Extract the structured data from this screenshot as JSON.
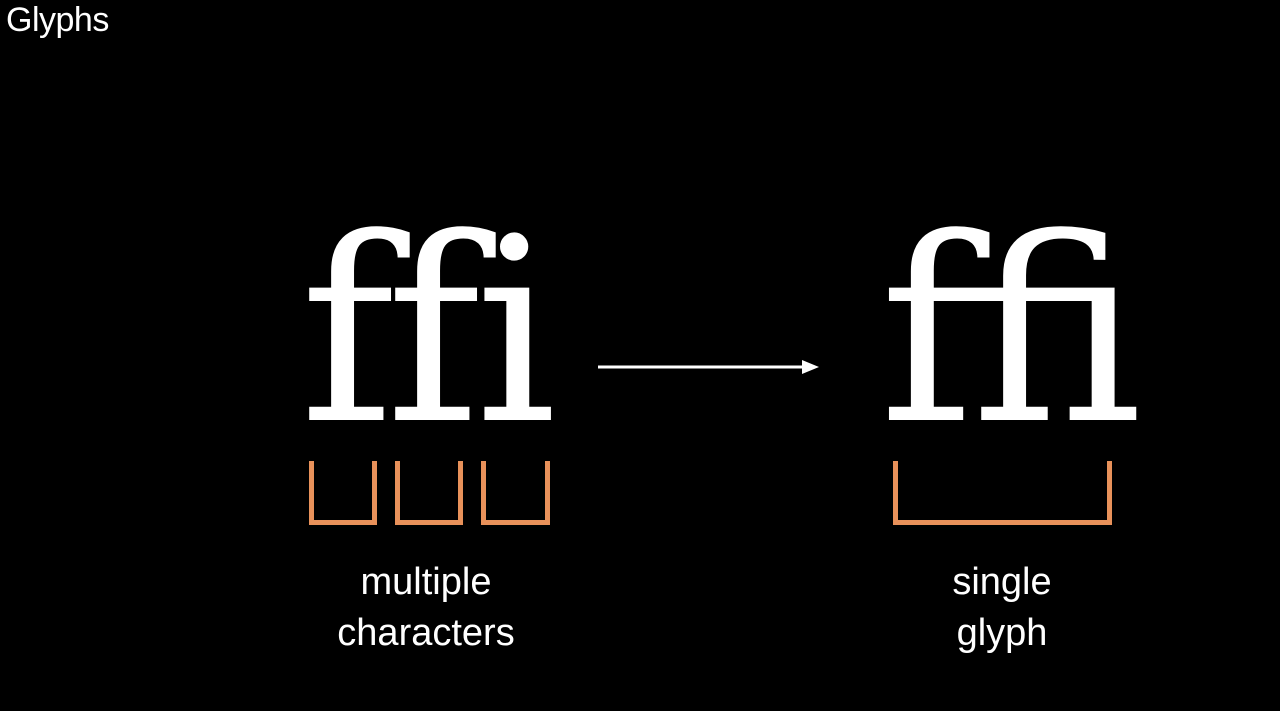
{
  "slide": {
    "title": "Glyphs"
  },
  "left": {
    "letters": [
      "f",
      "f",
      "i"
    ],
    "caption_line1": "multiple",
    "caption_line2": "characters"
  },
  "right": {
    "ligature": "ﬃ",
    "caption_line1": "single",
    "caption_line2": "glyph"
  },
  "colors": {
    "background": "#000000",
    "text": "#ffffff",
    "bracket": "#e8915a"
  },
  "icons": {
    "arrow": "arrow-right-icon"
  }
}
